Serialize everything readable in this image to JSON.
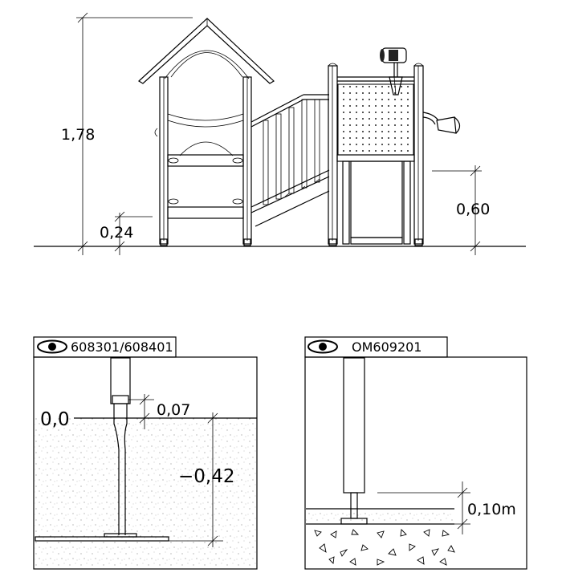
{
  "elevation": {
    "total_height": "1,78",
    "platform_height": "0,60",
    "step_height": "0,24"
  },
  "detail_left": {
    "code": "608301/608401",
    "ground_level": "0,0",
    "post_offset": "0,07",
    "depth": "−0,42"
  },
  "detail_right": {
    "code": "OM609201",
    "base_depth": "0,10m"
  }
}
